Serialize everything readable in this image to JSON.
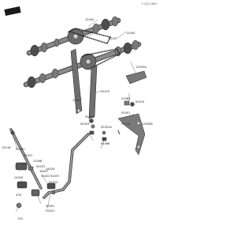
{
  "header": {
    "logo_text": "KAWASAKI",
    "figure_ref": "F-220-1661"
  },
  "callouts": {
    "p12044_top": "12044",
    "p92057_top": "92057",
    "p12044_right": "12044",
    "p12053a": "12053A",
    "p12053": "12053",
    "p92075": "92075",
    "p92015_r": "92015",
    "p21063": "21063",
    "p92001_r": "92001",
    "p92110": "92110",
    "p120538": "120538",
    "p92065": "92065",
    "p92003": "92003",
    "p92001a": "92001A",
    "p92066": "92066",
    "p92081": "92081",
    "p13116": "13116",
    "p92037_a": "92037",
    "p12048": "12048",
    "p92037_b": "92037",
    "p14024": "14024",
    "p92037_c": "92037",
    "p16007": "16007",
    "p92015_b": "92015",
    "p14020": "14020",
    "p92022": "92022",
    "p476": "476",
    "p92001_b": "92001",
    "p92021": "92021",
    "p135": "135"
  }
}
